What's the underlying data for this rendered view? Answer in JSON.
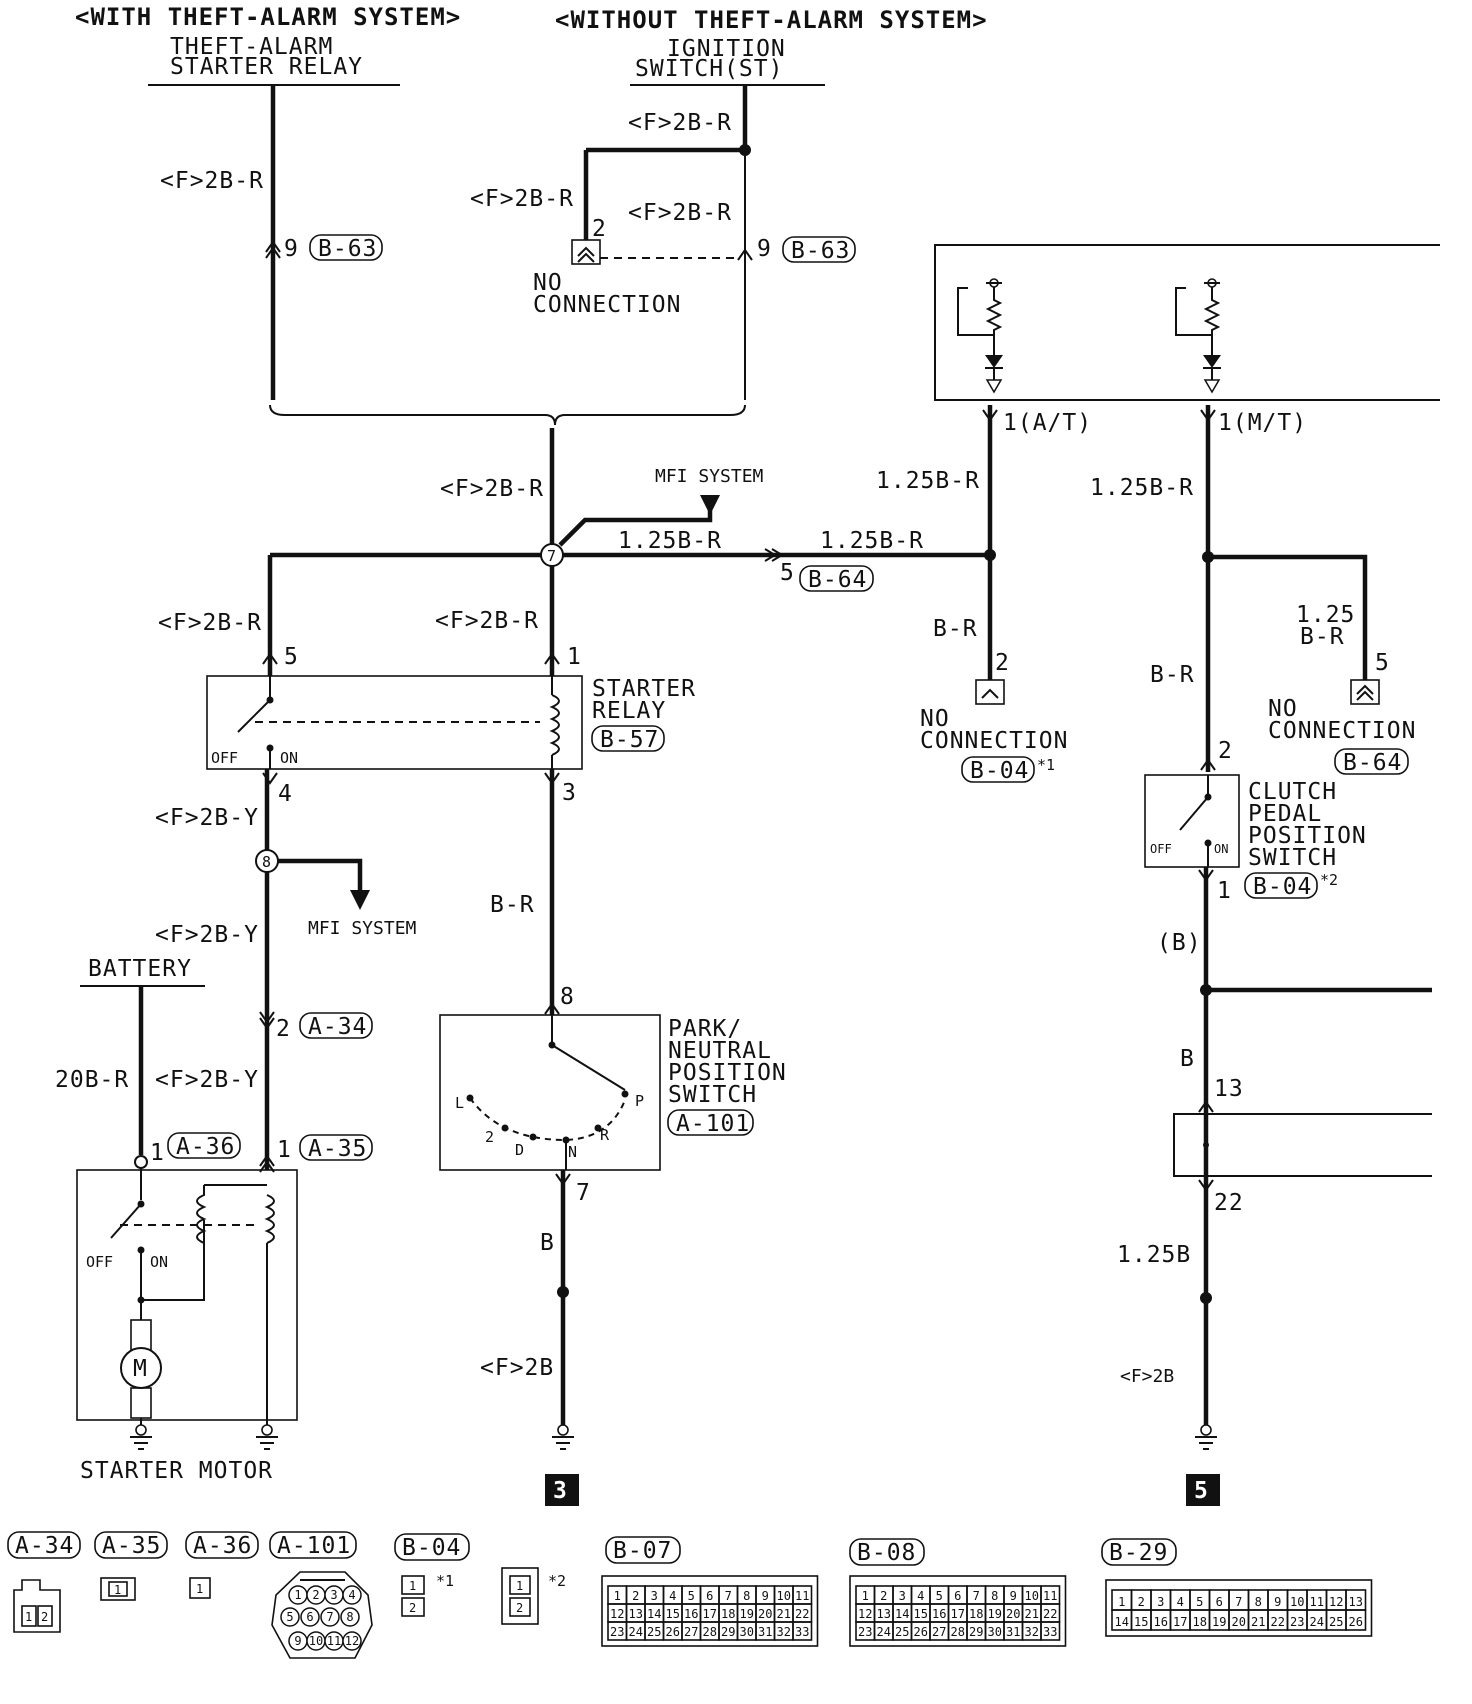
{
  "headers": {
    "with_alarm": "<WITH THEFT-ALARM SYSTEM>",
    "without_alarm": "<WITHOUT THEFT-ALARM SYSTEM>"
  },
  "components": {
    "theft_relay_l1": "THEFT-ALARM",
    "theft_relay_l2": "STARTER RELAY",
    "ignition_l1": "IGNITION",
    "ignition_l2": "SWITCH(ST)",
    "no_connection_l1": "NO",
    "no_connection_l2": "CONNECTION",
    "mfi_system": "MFI SYSTEM",
    "starter_relay_l1": "STARTER",
    "starter_relay_l2": "RELAY",
    "battery": "BATTERY",
    "starter_motor": "STARTER MOTOR",
    "pn_l1": "PARK/",
    "pn_l2": "NEUTRAL",
    "pn_l3": "POSITION",
    "pn_l4": "SWITCH",
    "clutch_l1": "CLUTCH",
    "clutch_l2": "PEDAL",
    "clutch_l3": "POSITION",
    "clutch_l4": "SWITCH",
    "motor_symbol": "M",
    "off": "OFF",
    "on": "ON"
  },
  "wires": {
    "f2br": "<F>2B-R",
    "f2by": "<F>2B-Y",
    "w125br": "1.25B-R",
    "br": "B-R",
    "b": "B",
    "b_paren": "(B)",
    "w125b": "1.25B",
    "f2b": "<F>2B",
    "w20br": "20B-R",
    "w125_l1": "1.25",
    "w125_l2": "B-R"
  },
  "pins": {
    "p1": "1",
    "p2": "2",
    "p3": "3",
    "p4": "4",
    "p5": "5",
    "p7": "7",
    "p8": "8",
    "p9": "9",
    "p13": "13",
    "p22": "22",
    "at": "1(A/T)",
    "mt": "1(M/T)",
    "node7": "7",
    "node8": "8"
  },
  "shift": {
    "L": "L",
    "two": "2",
    "D": "D",
    "N": "N",
    "R": "R",
    "P": "P"
  },
  "connectors": {
    "b63": "B-63",
    "b64": "B-64",
    "b57": "B-57",
    "b04": "B-04",
    "a34": "A-34",
    "a35": "A-35",
    "a36": "A-36",
    "a101": "A-101",
    "b07": "B-07",
    "b08": "B-08",
    "b29": "B-29"
  },
  "notes": {
    "star1": "*1",
    "star2": "*2"
  },
  "page_refs": {
    "ref3": "3",
    "ref5": "5"
  },
  "connector_pins": {
    "a34": [
      "1",
      "2"
    ],
    "a35": "1",
    "a36": "1",
    "a101": [
      "1",
      "2",
      "3",
      "4",
      "5",
      "6",
      "7",
      "8",
      "9",
      "10",
      "11",
      "12"
    ],
    "b04_a": [
      "1",
      "2"
    ],
    "b04_b": [
      "1",
      "2"
    ],
    "b07_rows": [
      [
        "1",
        "2",
        "3",
        "4",
        "5",
        "6",
        "7",
        "8",
        "9",
        "10",
        "11"
      ],
      [
        "12",
        "13",
        "14",
        "15",
        "16",
        "17",
        "18",
        "19",
        "20",
        "21",
        "22"
      ],
      [
        "23",
        "24",
        "25",
        "26",
        "27",
        "28",
        "29",
        "30",
        "31",
        "32",
        "33"
      ]
    ],
    "b08_rows": [
      [
        "1",
        "2",
        "3",
        "4",
        "5",
        "6",
        "7",
        "8",
        "9",
        "10",
        "11"
      ],
      [
        "12",
        "13",
        "14",
        "15",
        "16",
        "17",
        "18",
        "19",
        "20",
        "21",
        "22"
      ],
      [
        "23",
        "24",
        "25",
        "26",
        "27",
        "28",
        "29",
        "30",
        "31",
        "32",
        "33"
      ]
    ],
    "b29_rows": [
      [
        "1",
        "2",
        "3",
        "4",
        "5",
        "6",
        "7",
        "8",
        "9",
        "10",
        "11",
        "12",
        "13"
      ],
      [
        "14",
        "15",
        "16",
        "17",
        "18",
        "19",
        "20",
        "21",
        "22",
        "23",
        "24",
        "25",
        "26"
      ]
    ]
  }
}
